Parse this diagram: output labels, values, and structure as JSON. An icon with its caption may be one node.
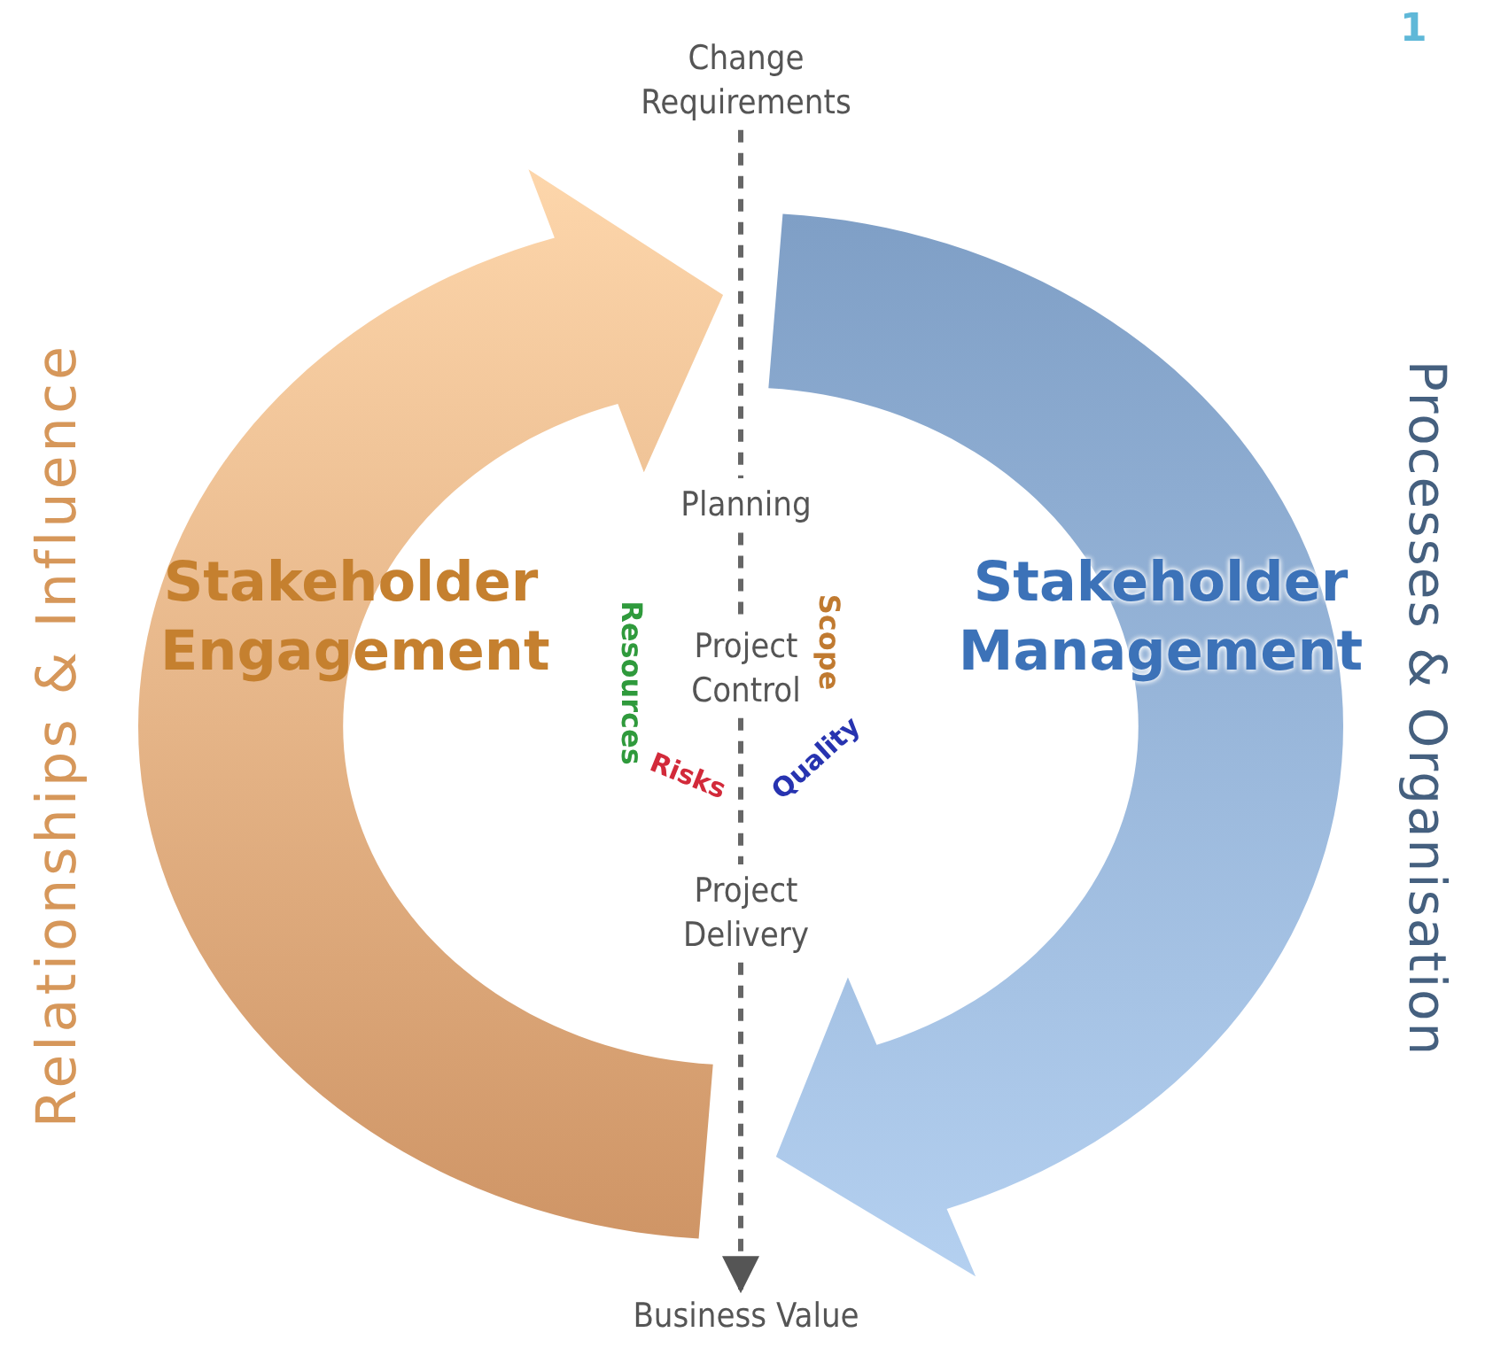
{
  "diagram": {
    "nodes": [
      {
        "text": [
          "Change Requirements"
        ]
      },
      {
        "text": [
          "Planning"
        ]
      },
      {
        "text": [
          "Project Control"
        ]
      },
      {
        "text": [
          "Project Delivery"
        ]
      },
      {
        "text": [
          "Business Value"
        ]
      }
    ],
    "edges": [
      {
        "from": 0,
        "to": 1,
        "arrow": "none",
        "style": "dashed"
      },
      {
        "from": 1,
        "to": 2,
        "arrow": "none",
        "style": "dashed"
      },
      {
        "from": 2,
        "to": 3,
        "arrow": "none",
        "style": "dashed"
      },
      {
        "from": 3,
        "to": 4,
        "arrow": "to",
        "style": "dashed"
      }
    ],
    "labels": [
      "1",
      "Relationships & Influence",
      "Processes & Organisation",
      "Stakeholder Engagement",
      "Stakeholder Management",
      "Resources",
      "Scope",
      "Risks",
      "Quality"
    ]
  }
}
